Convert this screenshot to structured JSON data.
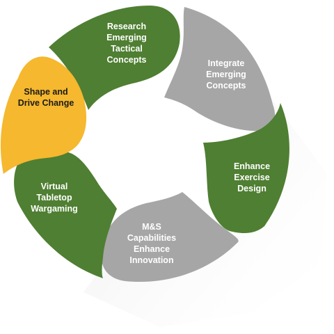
{
  "colors": {
    "green": "#4f7f32",
    "gray": "#a6a6a6",
    "gold": "#f5b82e",
    "label_light": "#ffffff",
    "label_dark": "#1a1a1a",
    "shadow": "#d9d9d9"
  },
  "segments": [
    {
      "label_lines": [
        "Research",
        "Emerging",
        "Tactical",
        "Concepts"
      ],
      "color": "green"
    },
    {
      "label_lines": [
        "Integrate",
        "Emerging",
        "Concepts"
      ],
      "color": "gray"
    },
    {
      "label_lines": [
        "Enhance",
        "Exercise",
        "Design"
      ],
      "color": "green"
    },
    {
      "label_lines": [
        "M&S",
        "Capabilities",
        "Enhance",
        "Innovation"
      ],
      "color": "gray"
    },
    {
      "label_lines": [
        "Virtual",
        "Tabletop",
        "Wargaming"
      ],
      "color": "green"
    },
    {
      "label_lines": [
        "Shape and",
        "Drive Change"
      ],
      "color": "gold"
    }
  ]
}
